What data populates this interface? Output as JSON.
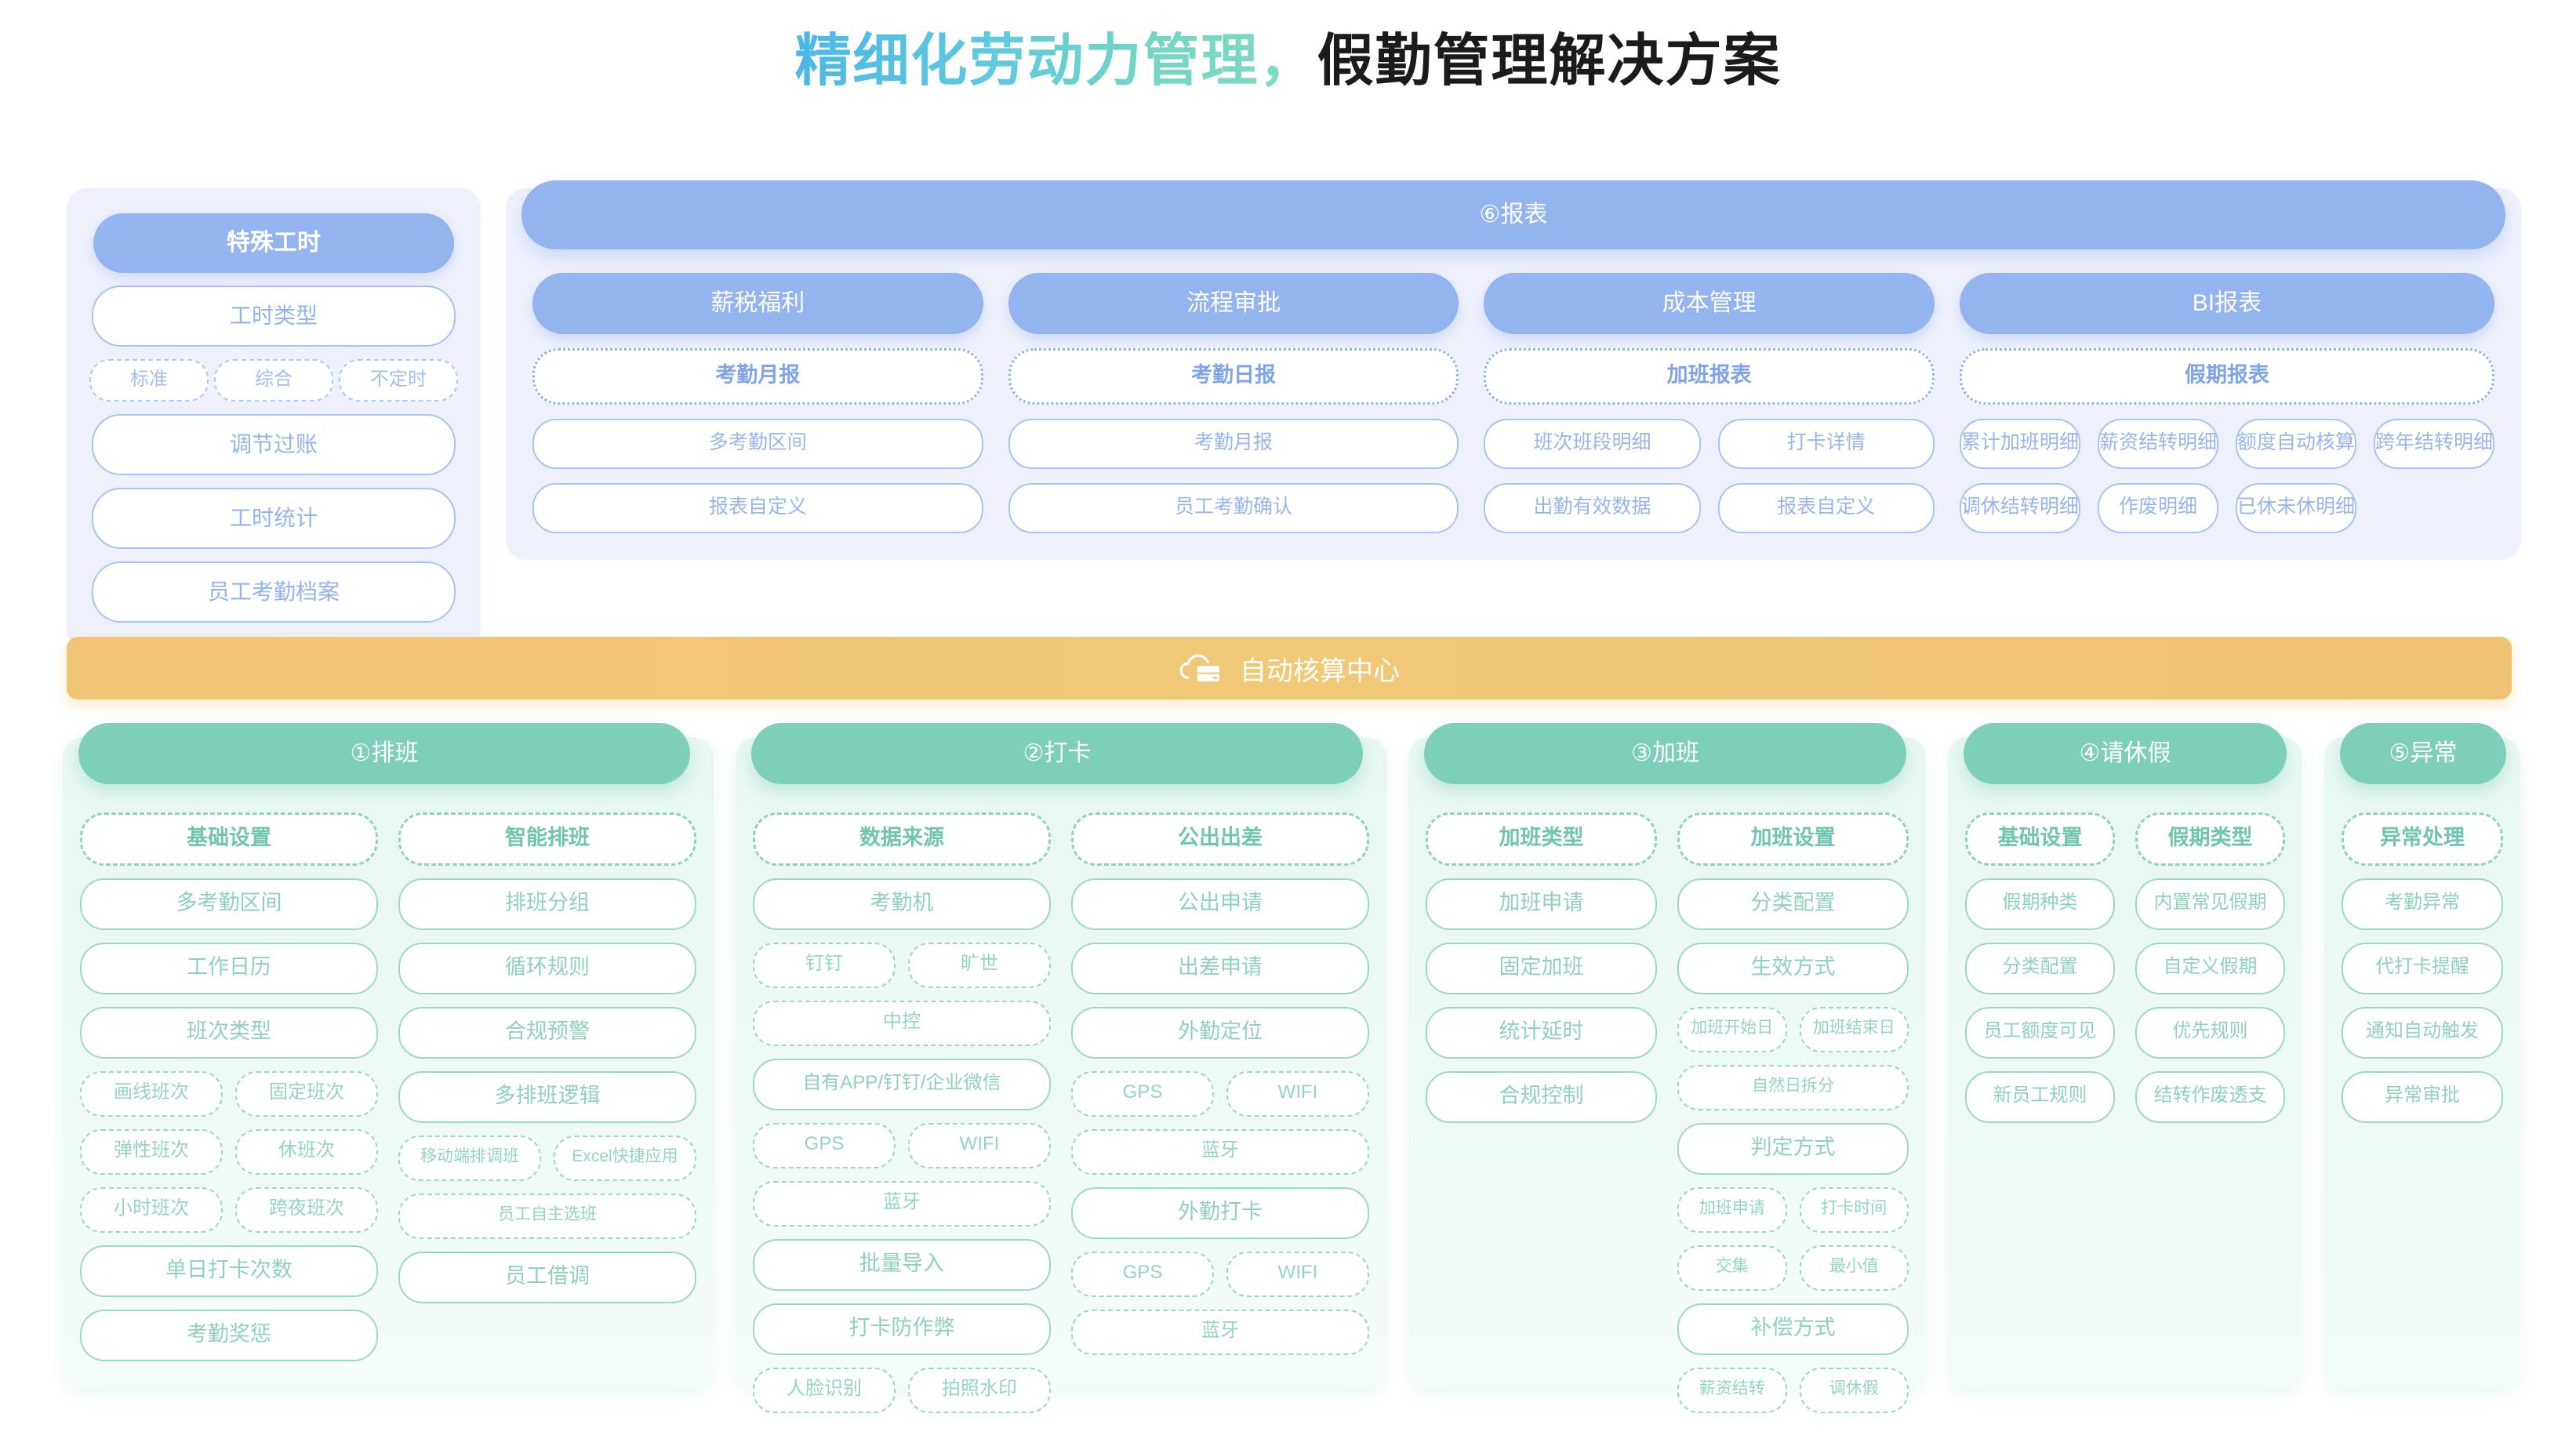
{
  "title": {
    "part1": "精细化劳动力管理，",
    "part2": "假勤管理解决方案"
  },
  "special_hours": {
    "header": "特殊工时",
    "items": [
      {
        "label": "工时类型",
        "chips": [
          "标准",
          "综合",
          "不定时"
        ]
      },
      {
        "label": "调节过账",
        "chips": []
      },
      {
        "label": "工时统计",
        "chips": []
      },
      {
        "label": "员工考勤档案",
        "chips": []
      }
    ]
  },
  "report": {
    "banner": "⑥报表",
    "columns": [
      {
        "head": "薪税福利",
        "sub": "考勤月报",
        "chips": [
          "多考勤区间",
          "报表自定义"
        ]
      },
      {
        "head": "流程审批",
        "sub": "考勤日报",
        "chips": [
          "考勤月报",
          "员工考勤确认"
        ]
      },
      {
        "head": "成本管理",
        "sub": "加班报表",
        "chips_a": [
          "班次班段明细",
          "打卡详情"
        ],
        "chips_b": [
          "出勤有效数据",
          "报表自定义"
        ]
      },
      {
        "head": "BI报表",
        "sub": "假期报表",
        "chips_a": [
          "累计加班明细",
          "薪资结转明细"
        ],
        "chips_b": [
          "调休结转明细",
          "作废明细"
        ]
      }
    ],
    "extra_col": {
      "chips_a": [
        "额度自动核算",
        "跨年结转明细"
      ],
      "chips_b": [
        "已休未休明细"
      ]
    }
  },
  "auto_center": {
    "label": "自动核算中心",
    "icon": "cloud-server-icon"
  },
  "modules": [
    {
      "head": "①排班",
      "left": {
        "cap": "基础设置",
        "pills": [
          "多考勤区间",
          "工作日历",
          "班次类型"
        ],
        "chip_rows": [
          [
            "画线班次",
            "固定班次"
          ],
          [
            "弹性班次",
            "休班次"
          ],
          [
            "小时班次",
            "跨夜班次"
          ]
        ],
        "tail_pills": [
          "单日打卡次数",
          "考勤奖惩"
        ]
      },
      "right": {
        "cap": "智能排班",
        "pills": [
          "排班分组",
          "循环规则",
          "合规预警",
          "多排班逻辑"
        ],
        "chip_rows": [
          [
            "移动端排调班",
            "Excel快捷应用"
          ],
          [
            "员工自主选班"
          ]
        ],
        "tail_pills": [
          "员工借调"
        ]
      }
    },
    {
      "head": "②打卡",
      "left": {
        "cap": "数据来源",
        "pills": [
          "考勤机"
        ],
        "chip_rows": [
          [
            "钉钉",
            "旷世"
          ],
          [
            "中控"
          ]
        ],
        "pills2": [
          "自有APP/钉钉/企业微信"
        ],
        "chip_rows2": [
          [
            "GPS",
            "WIFI"
          ],
          [
            "蓝牙"
          ]
        ],
        "tail_pills": [
          "批量导入",
          "打卡防作弊"
        ],
        "tail_chips": [
          "人脸识别",
          "拍照水印"
        ]
      },
      "right": {
        "cap": "公出出差",
        "pills": [
          "公出申请",
          "出差申请",
          "外勤定位"
        ],
        "chip_rows": [
          [
            "GPS",
            "WIFI"
          ],
          [
            "蓝牙"
          ]
        ],
        "pills2": [
          "外勤打卡"
        ],
        "chip_rows2": [
          [
            "GPS",
            "WIFI"
          ],
          [
            "蓝牙"
          ]
        ]
      }
    },
    {
      "head": "③加班",
      "left": {
        "cap": "加班类型",
        "pills": [
          "加班申请",
          "固定加班",
          "统计延时",
          "合规控制"
        ]
      },
      "right": {
        "cap": "加班设置",
        "pills": [
          "分类配置",
          "生效方式"
        ],
        "chip_rows": [
          [
            "加班开始日",
            "加班结束日"
          ],
          [
            "自然日拆分"
          ]
        ],
        "pills2": [
          "判定方式"
        ],
        "chip_rows2": [
          [
            "加班申请",
            "打卡时间"
          ],
          [
            "交集",
            "最小值"
          ]
        ],
        "pills3": [
          "补偿方式"
        ],
        "chip_rows3": [
          [
            "薪资结转",
            "调休假"
          ]
        ]
      }
    },
    {
      "head": "④请休假",
      "left": {
        "cap": "基础设置",
        "pills": [
          "假期种类",
          "分类配置",
          "员工额度可见",
          "新员工规则"
        ]
      },
      "right": {
        "cap": "假期类型",
        "pills": [
          "内置常见假期",
          "自定义假期",
          "优先规则",
          "结转作废透支"
        ]
      }
    },
    {
      "head": "⑤异常",
      "left": {
        "cap": "异常处理",
        "pills": [
          "考勤异常",
          "代打卡提醒",
          "通知自动触发",
          "异常审批"
        ]
      }
    }
  ],
  "colors": {
    "blue": "#93b4ef",
    "blue_light": "#eef0fc",
    "green": "#7dcfba",
    "green_light": "#e7f7f1",
    "yellow": "#efc878",
    "title_gradient_start": "#4cb7e8",
    "title_gradient_end": "#80dbc0"
  }
}
